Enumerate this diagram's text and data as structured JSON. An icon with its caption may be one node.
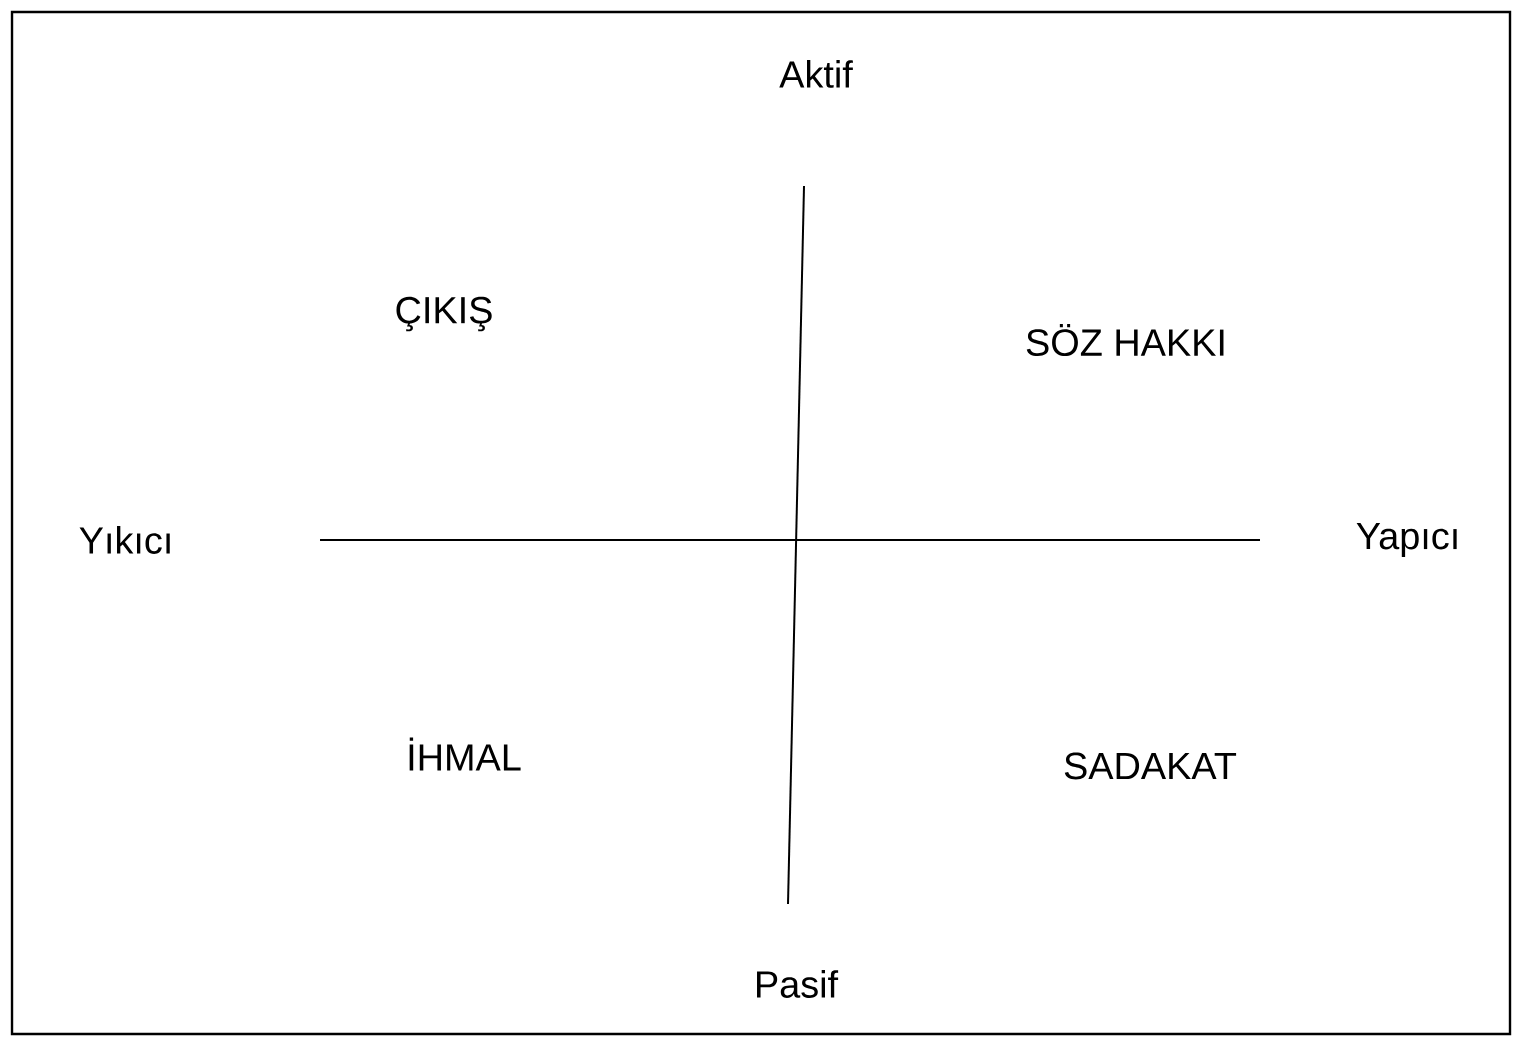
{
  "diagram": {
    "labels": [
      "Aktif",
      "ÇIKIŞ",
      "SÖZ HAKKI",
      "Yıkıcı",
      "Yapıcı",
      "İHMAL",
      "SADAKAT",
      "Pasif"
    ]
  }
}
